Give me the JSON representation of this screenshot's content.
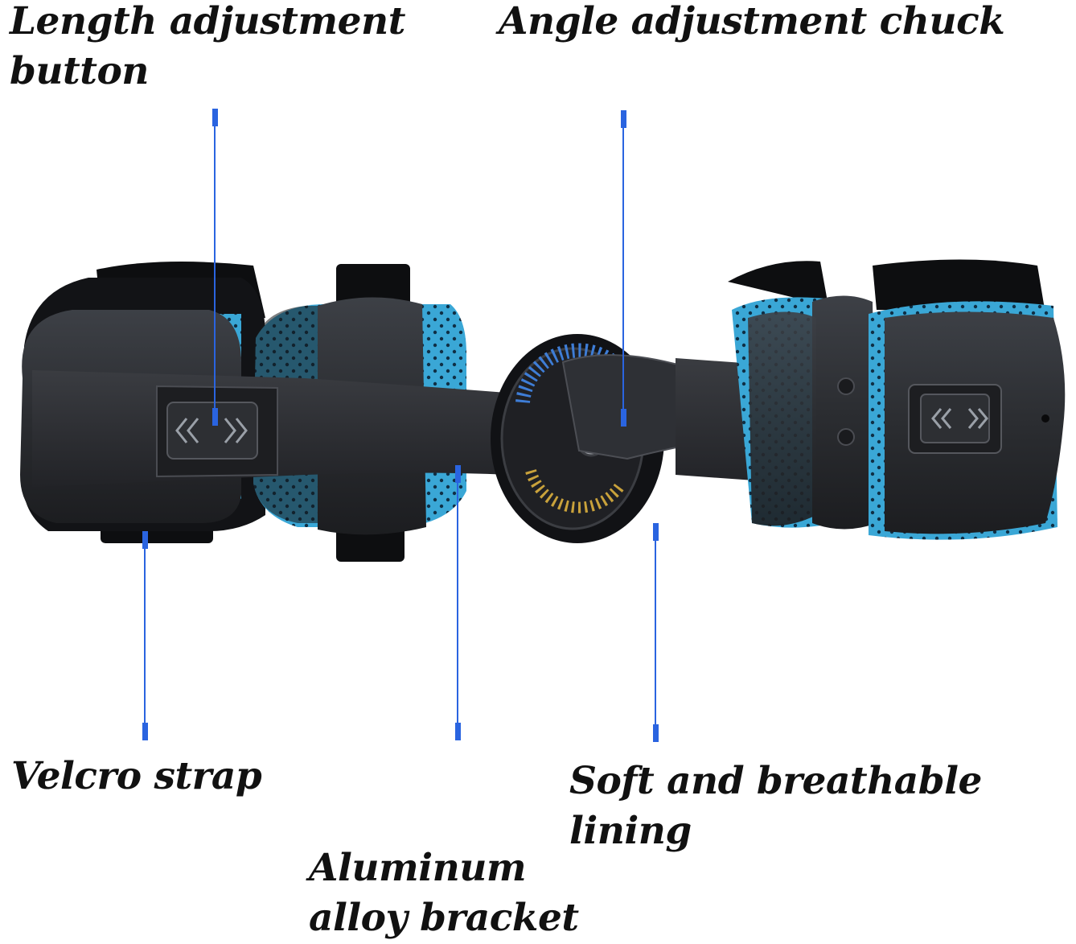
{
  "callouts": {
    "length_adjustment": {
      "line1": "Length adjustment",
      "line2": "button"
    },
    "angle_adjustment": {
      "line1": "Angle adjustment chuck"
    },
    "velcro": {
      "line1": "Velcro strap"
    },
    "lining": {
      "line1": "Soft and breathable",
      "line2": "lining"
    },
    "bracket": {
      "line1": "Aluminum",
      "line2": "alloy bracket"
    }
  },
  "colors": {
    "leader_line": "#2a64e0",
    "shell": "#2b2d31",
    "strap": "#0d0e10",
    "lining": "#3aa7d6",
    "background": "#ffffff"
  }
}
